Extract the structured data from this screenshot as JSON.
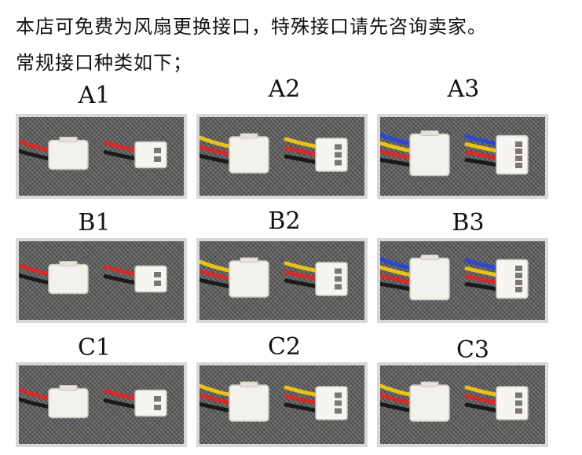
{
  "intro": {
    "line1": "本店可免费为风扇更换接口，特殊接口请先咨询卖家。",
    "line2": "常规接口种类如下；"
  },
  "connectors": [
    {
      "label": "A1",
      "pins": 2,
      "wires": [
        "#d42a2a",
        "#1a1a1a"
      ]
    },
    {
      "label": "A2",
      "pins": 3,
      "wires": [
        "#e8c21a",
        "#d42a2a",
        "#1a1a1a"
      ]
    },
    {
      "label": "A3",
      "pins": 4,
      "wires": [
        "#2a48d4",
        "#e8c21a",
        "#d42a2a",
        "#1a1a1a"
      ]
    },
    {
      "label": "B1",
      "pins": 2,
      "wires": [
        "#d42a2a",
        "#1a1a1a"
      ]
    },
    {
      "label": "B2",
      "pins": 3,
      "wires": [
        "#e8c21a",
        "#d42a2a",
        "#1a1a1a"
      ]
    },
    {
      "label": "B3",
      "pins": 4,
      "wires": [
        "#2a48d4",
        "#e8c21a",
        "#d42a2a",
        "#1a1a1a"
      ]
    },
    {
      "label": "C1",
      "pins": 2,
      "wires": [
        "#d42a2a",
        "#1a1a1a"
      ]
    },
    {
      "label": "C2",
      "pins": 3,
      "wires": [
        "#e8c21a",
        "#d42a2a",
        "#1a1a1a"
      ]
    },
    {
      "label": "C3",
      "pins": 3,
      "wires": [
        "#e8c21a",
        "#d42a2a",
        "#1a1a1a"
      ]
    }
  ]
}
